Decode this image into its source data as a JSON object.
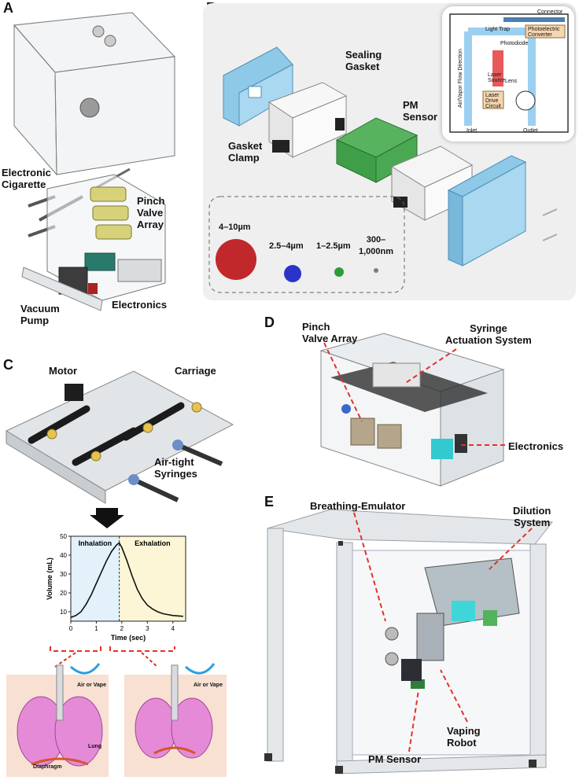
{
  "panels": {
    "A": {
      "letter": "A",
      "labels": {
        "electronic_cigarette": "Electronic\nCigarette",
        "pinch_valve_array": "Pinch\nValve\nArray",
        "vacuum_pump": "Vacuum\nPump",
        "electronics": "Electronics"
      }
    },
    "B": {
      "letter": "B",
      "labels": {
        "sealing_gasket": "Sealing\nGasket",
        "pm_sensor": "PM\nSensor",
        "gasket_clamp": "Gasket\nClamp"
      },
      "particles": [
        {
          "label": "4–10µm",
          "color": "#c0282c"
        },
        {
          "label": "2.5–4µm",
          "color": "#2b34c8"
        },
        {
          "label": "1–2.5µm",
          "color": "#2e9b3a"
        },
        {
          "label": "300–\n1,000nm",
          "color": "#7d7d7d"
        }
      ],
      "inset": {
        "connector": "Connector",
        "light_trap": "Light Trap",
        "photodiode": "Photodiode",
        "photoelectric_converter": "Photoelectric\nConverter",
        "laser_source": "Laser\nSource",
        "laser_drive_circuit": "Laser\nDrive\nCircuit",
        "lens": "Lens",
        "airflow": "Air/Vapor Flow Direction",
        "inlet": "Inlet",
        "outlet": "Outlet"
      }
    },
    "C": {
      "letter": "C",
      "labels": {
        "motor": "Motor",
        "carriage": "Carriage",
        "syringes": "Air-tight\nSyringes",
        "air_or_vape_1": "Air or Vape",
        "air_or_vape_2": "Air or Vape",
        "lung": "Lung",
        "diaphragm": "Diaphragm"
      }
    },
    "D": {
      "letter": "D",
      "labels": {
        "pinch_valve_array": "Pinch\nValve Array",
        "syringe_actuation": "Syringe\nActuation System",
        "electronics": "Electronics"
      }
    },
    "E": {
      "letter": "E",
      "labels": {
        "breathing_emulator": "Breathing-Emulator",
        "dilution_system": "Dilution\nSystem",
        "pm_sensor": "PM Sensor",
        "vaping_robot": "Vaping\nRobot"
      }
    }
  },
  "chart_data": {
    "type": "line",
    "xlabel": "Time (sec)",
    "ylabel": "Volume (mL)",
    "xlim": [
      0,
      4.5
    ],
    "ylim": [
      5,
      50
    ],
    "xticks": [
      0,
      1,
      2,
      3,
      4
    ],
    "yticks": [
      10,
      20,
      30,
      40,
      50
    ],
    "regions": [
      {
        "label": "Inhalation",
        "from": 0,
        "to": 1.9,
        "color": "#e3f1fb"
      },
      {
        "label": "Exhalation",
        "from": 1.9,
        "to": 4.5,
        "color": "#fdf6d6"
      }
    ],
    "divider_x": 1.9,
    "series": [
      {
        "x": [
          0,
          0.2,
          0.4,
          0.6,
          0.8,
          1.0,
          1.2,
          1.4,
          1.6,
          1.8,
          1.9,
          2.0,
          2.2,
          2.4,
          2.6,
          2.8,
          3.0,
          3.2,
          3.4,
          3.6,
          3.8,
          4.0,
          4.2,
          4.4
        ],
        "y": [
          7,
          8,
          10,
          14,
          19,
          25,
          31,
          37,
          42,
          45.5,
          46.5,
          44,
          37,
          29,
          22,
          17,
          13.5,
          11.5,
          10,
          9,
          8.5,
          8,
          7.8,
          7.6
        ]
      }
    ]
  },
  "colors": {
    "acrylic": "#cfd6dc",
    "blue_clamp": "#8ec9e8",
    "pm_green": "#3f9f48",
    "red_dash": "#e5302a",
    "lung_pink": "#e58ad6"
  }
}
